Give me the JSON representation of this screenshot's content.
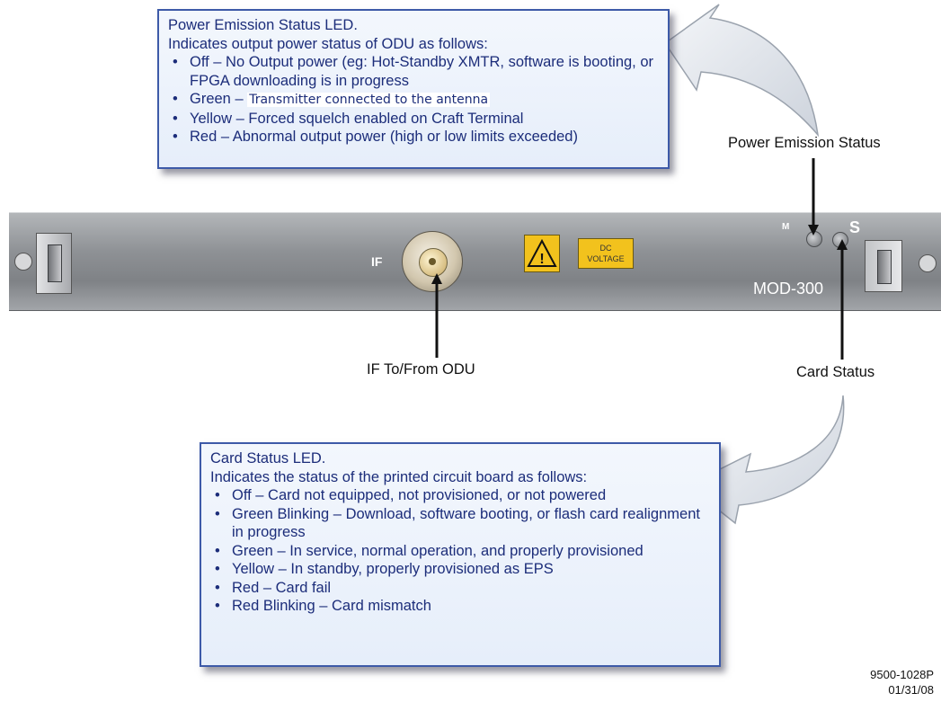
{
  "power_callout": {
    "title": "Power Emission Status LED.",
    "intro": "Indicates output power status of ODU as follows:",
    "items": [
      "Off – No Output power (eg: Hot-Standby XMTR, software is booting, or FPGA downloading is in progress",
      "Yellow – Forced squelch enabled on Craft Terminal",
      "Red – Abnormal output power (high or low limits exceeded)"
    ],
    "green_lead": "Green – ",
    "green_desc": "Transmitter connected to the antenna"
  },
  "card_callout": {
    "title": "Card Status LED.",
    "intro": "Indicates the status of the printed circuit board as follows:",
    "items": [
      "Off – Card not equipped,  not provisioned, or not powered",
      "Green Blinking – Download, software booting, or flash card realignment in progress",
      "Green – In service, normal operation, and properly provisioned",
      "Yellow – In standby, properly provisioned as EPS",
      "Red – Card fail",
      "Red Blinking – Card mismatch"
    ]
  },
  "labels": {
    "power_emission_status": "Power Emission Status",
    "if_to_from_odu": "IF To/From ODU",
    "card_status": "Card Status"
  },
  "panel": {
    "if_label": "IF",
    "dc_voltage_line1": "DC",
    "dc_voltage_line2": "VOLTAGE",
    "model": "MOD-300",
    "led_m_label": "M",
    "led_s_label": "S",
    "warning_symbol": "!"
  },
  "doc_id": "9500-1028P",
  "doc_date": "01/31/08",
  "colors": {
    "callout_border": "#3d5aa8",
    "callout_text": "#1c2d7a",
    "warning_label": "#f2c21d",
    "panel_gray": "#8e9195"
  }
}
